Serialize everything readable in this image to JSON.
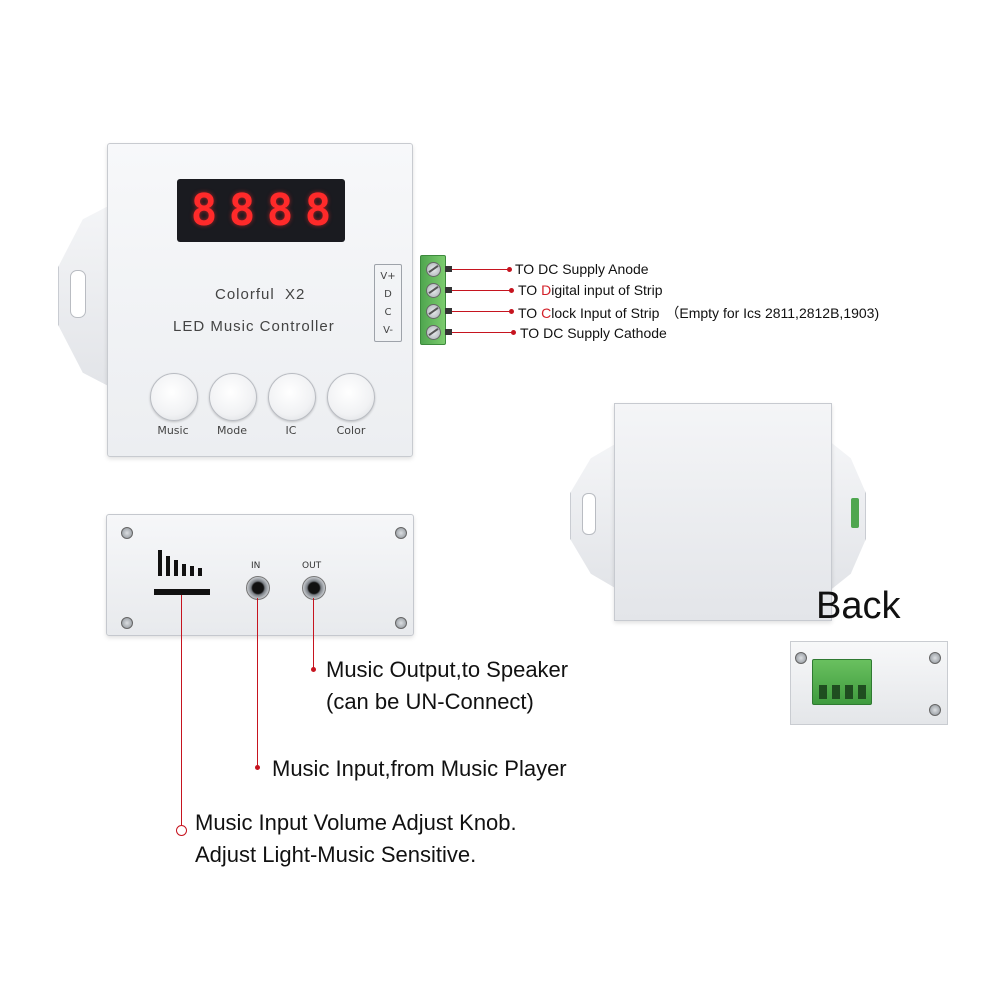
{
  "front": {
    "display_digits": [
      "8",
      "8",
      "8",
      "8"
    ],
    "brand": "Colorful  X2",
    "subtitle": "LED Music Controller",
    "terminal_labels": [
      "V+",
      "D",
      "C",
      "V-"
    ],
    "buttons": [
      "Music",
      "Mode",
      "IC",
      "Color"
    ]
  },
  "terminals": [
    {
      "prefix": "TO ",
      "highlight": "",
      "rest": "DC Supply Anode",
      "note": ""
    },
    {
      "prefix": "TO ",
      "highlight": "D",
      "rest": "igital input of Strip",
      "note": ""
    },
    {
      "prefix": "TO ",
      "highlight": "C",
      "rest": "lock Input of Strip",
      "note": "（Empty for Ics 2811,2812B,1903)"
    },
    {
      "prefix": "TO ",
      "highlight": "",
      "rest": "DC Supply Cathode",
      "note": ""
    }
  ],
  "back": {
    "title": "Back"
  },
  "side": {
    "in_label": "IN",
    "out_label": "OUT",
    "callouts": {
      "output_line1": "Music Output,to Speaker",
      "output_line2": "(can be UN-Connect)",
      "input": "Music Input,from Music Player",
      "knob_line1": "Music Input Volume Adjust Knob.",
      "knob_line2": "Adjust Light-Music Sensitive."
    }
  },
  "colors": {
    "accent_red": "#c6141f",
    "led_red": "#ff2a2a",
    "terminal_green": "#4fa64f"
  }
}
